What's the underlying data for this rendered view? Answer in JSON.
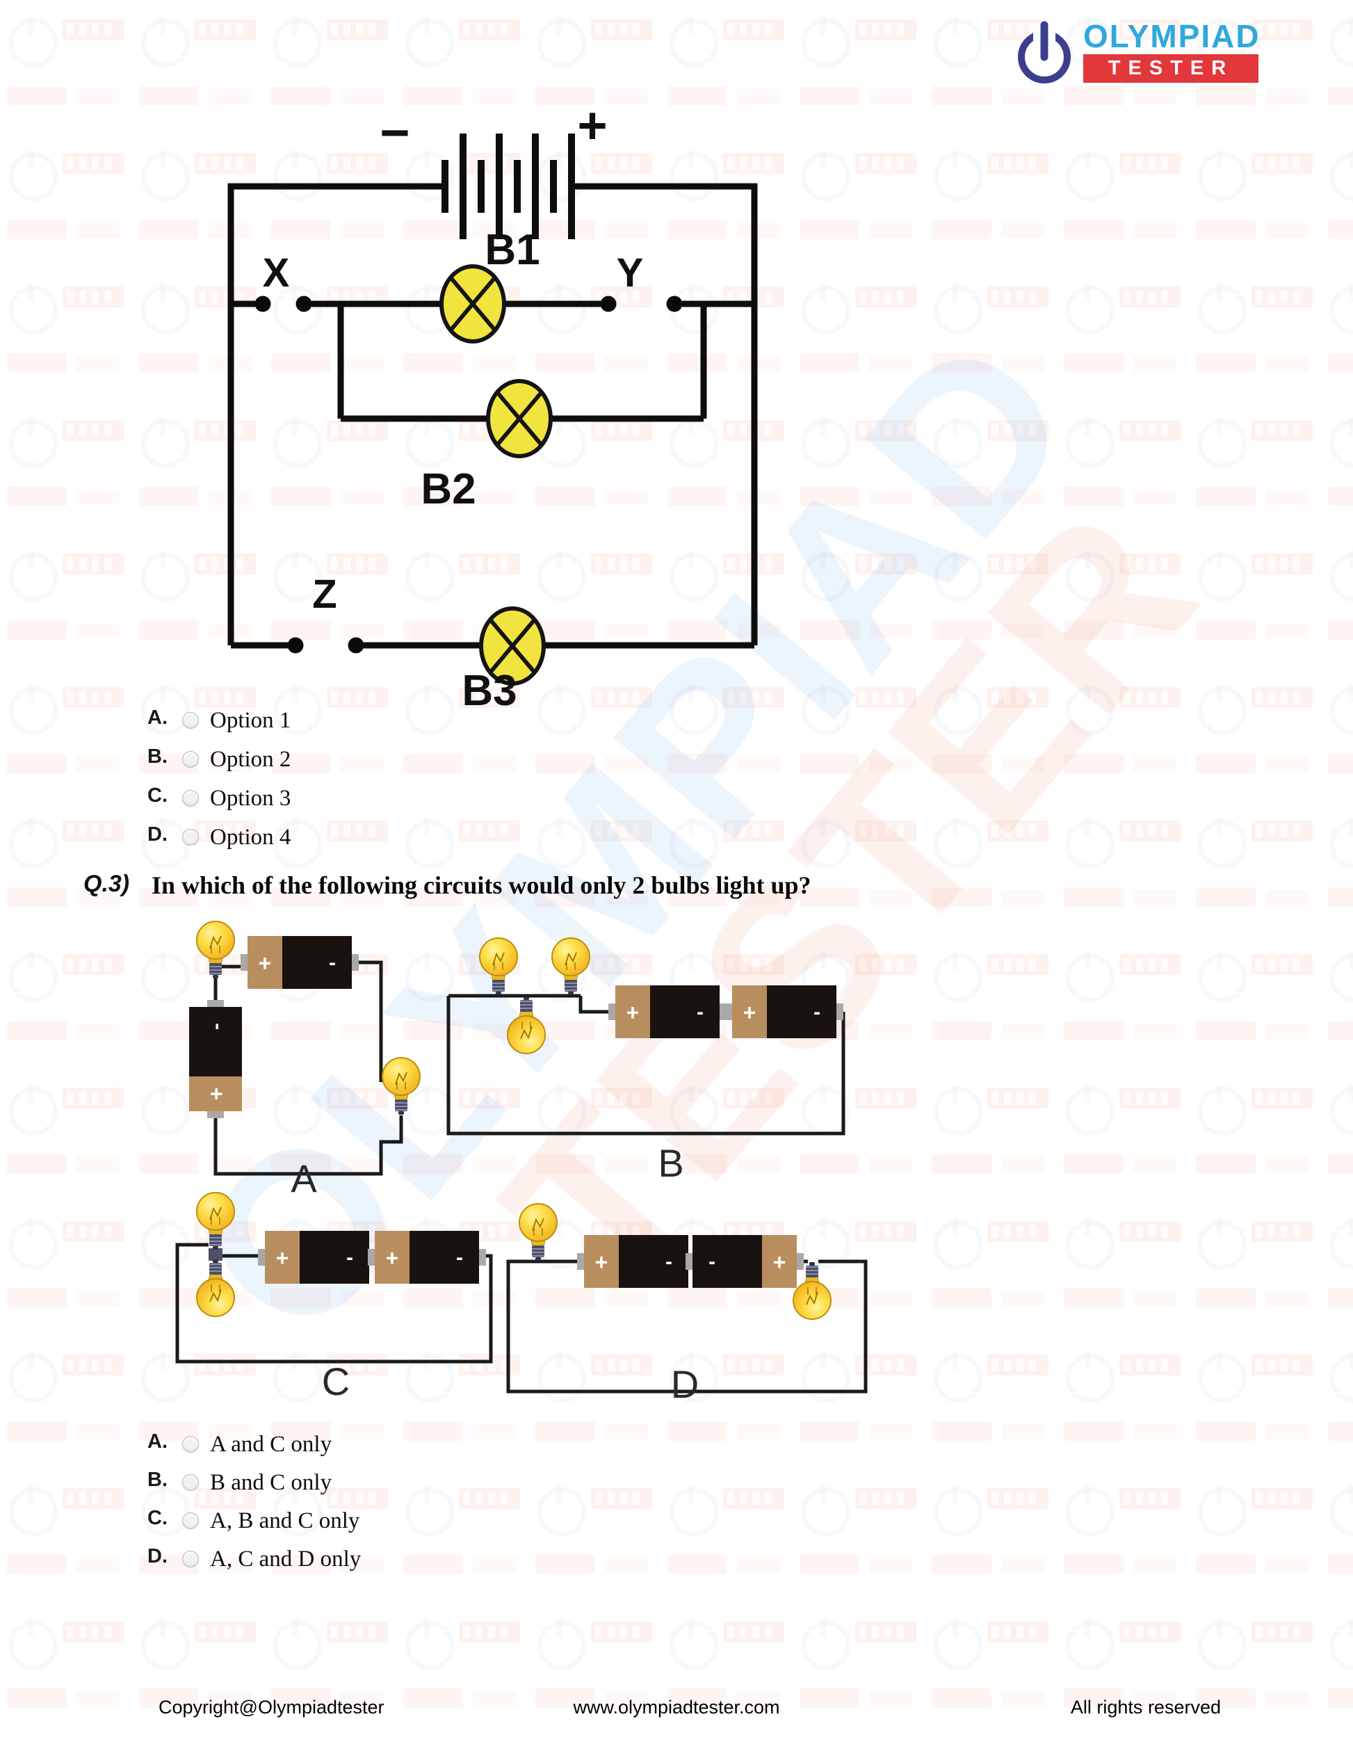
{
  "logo": {
    "icon": "power-icon",
    "line1": "OLYMPIAD",
    "line2": "TESTER"
  },
  "q2": {
    "labels": {
      "minus": "−",
      "plus": "+",
      "switch_x": "X",
      "switch_y": "Y",
      "switch_z": "Z",
      "bulb1": "B1",
      "bulb2": "B2",
      "bulb3": "B3"
    },
    "options": [
      {
        "letter": "A.",
        "text": "Option 1"
      },
      {
        "letter": "B.",
        "text": "Option 2"
      },
      {
        "letter": "C.",
        "text": "Option 3"
      },
      {
        "letter": "D.",
        "text": "Option 4"
      }
    ]
  },
  "q3": {
    "number": "Q.3)",
    "question": "In which of the following circuits would only 2 bulbs light up?",
    "battery_plus": "+",
    "battery_minus": "-",
    "circuit_labels": [
      "A",
      "B",
      "C",
      "D"
    ],
    "options": [
      {
        "letter": "A.",
        "text": "A and C only"
      },
      {
        "letter": "B.",
        "text": "B and C only"
      },
      {
        "letter": "C.",
        "text": "A, B and C only"
      },
      {
        "letter": "D.",
        "text": "A, C and D only"
      }
    ]
  },
  "footer": {
    "left": "Copyright@Olympiadtester",
    "center": "www.olympiadtester.com",
    "right": "All rights reserved"
  },
  "colors": {
    "logo_blue": "#2fa8dc",
    "logo_dark_blue": "#3c3f8e",
    "logo_red": "#e2373b",
    "bulb_yellow": "#f2e43e",
    "battery_tan": "#b98e5e",
    "battery_black": "#191310",
    "wire_black": "#111111"
  }
}
